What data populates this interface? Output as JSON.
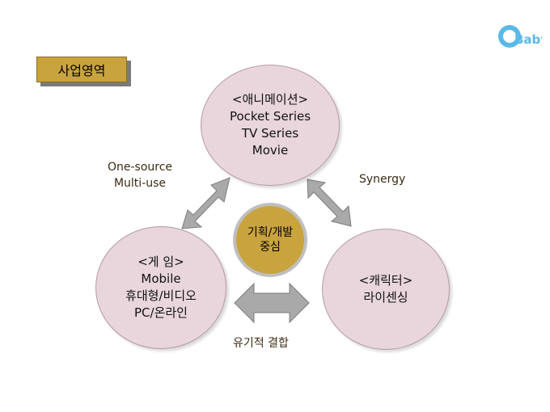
{
  "section_title": "사업영역",
  "circles": {
    "animation": {
      "lines": [
        "<애니메이션>",
        "Pocket Series",
        "TV Series",
        "Movie"
      ]
    },
    "game": {
      "lines": [
        "<게 임>",
        "Mobile",
        "휴대형/비디오",
        "PC/온라인"
      ]
    },
    "character": {
      "lines": [
        "<캐릭터>",
        "라이센싱"
      ]
    },
    "center": {
      "lines": [
        "기획/개발",
        "중심"
      ]
    }
  },
  "labels": {
    "one_source": [
      "One-source",
      "Multi-use"
    ],
    "synergy": "Synergy",
    "organic": "유기적 결합"
  },
  "logo_text": "Baby",
  "colors": {
    "circle_fill": "#e8d6dc",
    "accent_gold": "#c9a33e",
    "arrow_gray": "#a9a9a9"
  }
}
